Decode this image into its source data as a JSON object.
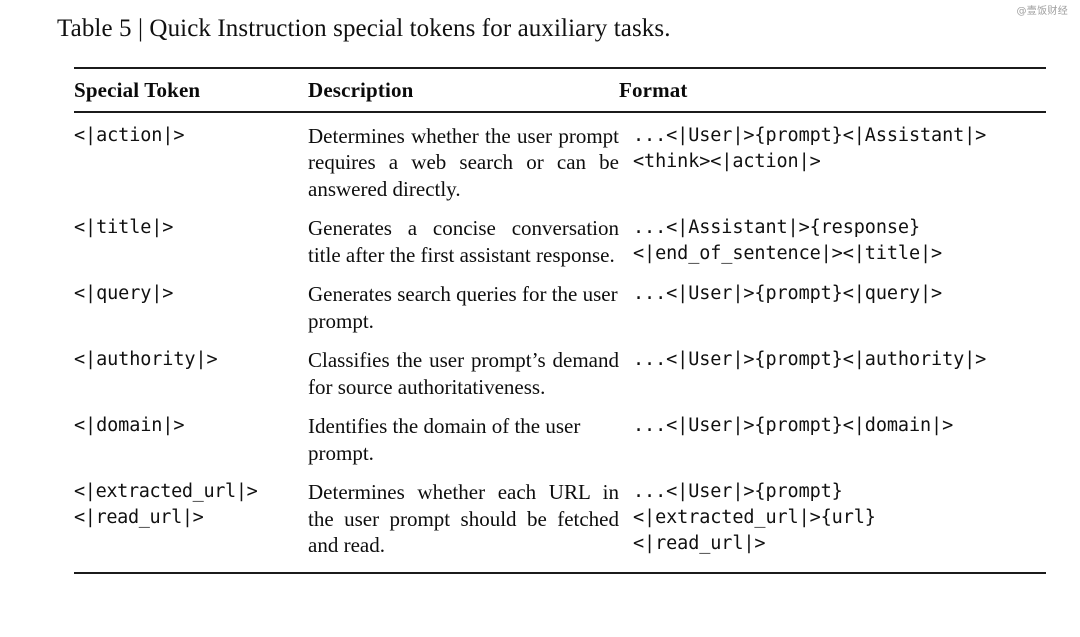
{
  "watermark": "@壹饭财经",
  "caption": "Table 5 | Quick Instruction special tokens for auxiliary tasks.",
  "table": {
    "columns": [
      {
        "key": "token",
        "label": "Special Token"
      },
      {
        "key": "description",
        "label": "Description"
      },
      {
        "key": "format",
        "label": "Format"
      }
    ],
    "rows": [
      {
        "token": [
          "<|action|>"
        ],
        "description": "Determines whether the user prompt requires a web search or can be answered directly.",
        "format": [
          "...<|User|>{prompt}<|Assistant|>",
          "<think><|action|>"
        ]
      },
      {
        "token": [
          "<|title|>"
        ],
        "description": "Generates a concise conversation title after the first assistant response.",
        "format": [
          "...<|Assistant|>{response}",
          "<|end_of_sentence|><|title|>"
        ]
      },
      {
        "token": [
          "<|query|>"
        ],
        "description": "Generates search queries for the user prompt.",
        "format": [
          "...<|User|>{prompt}<|query|>"
        ]
      },
      {
        "token": [
          "<|authority|>"
        ],
        "description": "Classifies the user prompt’s demand for source authoritativeness.",
        "format": [
          "...<|User|>{prompt}<|authority|>"
        ]
      },
      {
        "token": [
          "<|domain|>"
        ],
        "description": "Identifies the domain of the user prompt.",
        "format": [
          "...<|User|>{prompt}<|domain|>"
        ]
      },
      {
        "token": [
          "<|extracted_url|>",
          "<|read_url|>"
        ],
        "description": "Determines whether each URL in the user prompt should be fetched and read.",
        "format": [
          "...<|User|>{prompt}",
          "<|extracted_url|>{url}",
          "<|read_url|>"
        ]
      }
    ]
  }
}
